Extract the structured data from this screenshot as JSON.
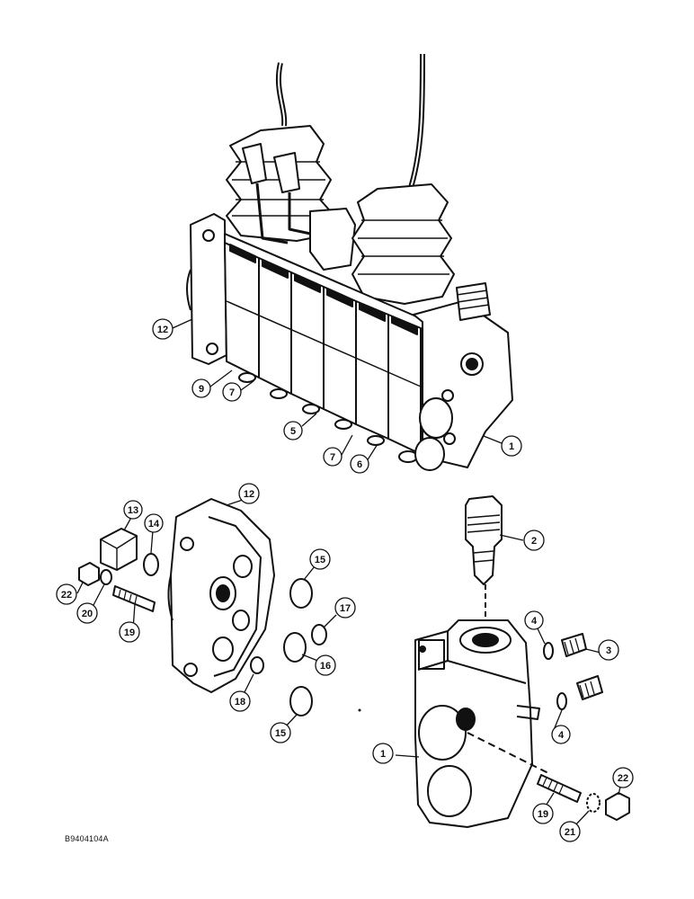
{
  "document_id": "B9404104A",
  "callouts": {
    "c1_top": "1",
    "c12_top": "12",
    "c9": "9",
    "c7_a": "7",
    "c5": "5",
    "c7_b": "7",
    "c6": "6",
    "c13": "13",
    "c14": "14",
    "c12_mid": "12",
    "c22_left": "22",
    "c20": "20",
    "c19_left": "19",
    "c15_a": "15",
    "c17": "17",
    "c16": "16",
    "c18": "18",
    "c15_b": "15",
    "c2": "2",
    "c4_a": "4",
    "c3": "3",
    "c4_b": "4",
    "c1_bottom": "1",
    "c19_right": "19",
    "c21": "21",
    "c22_right": "22"
  }
}
